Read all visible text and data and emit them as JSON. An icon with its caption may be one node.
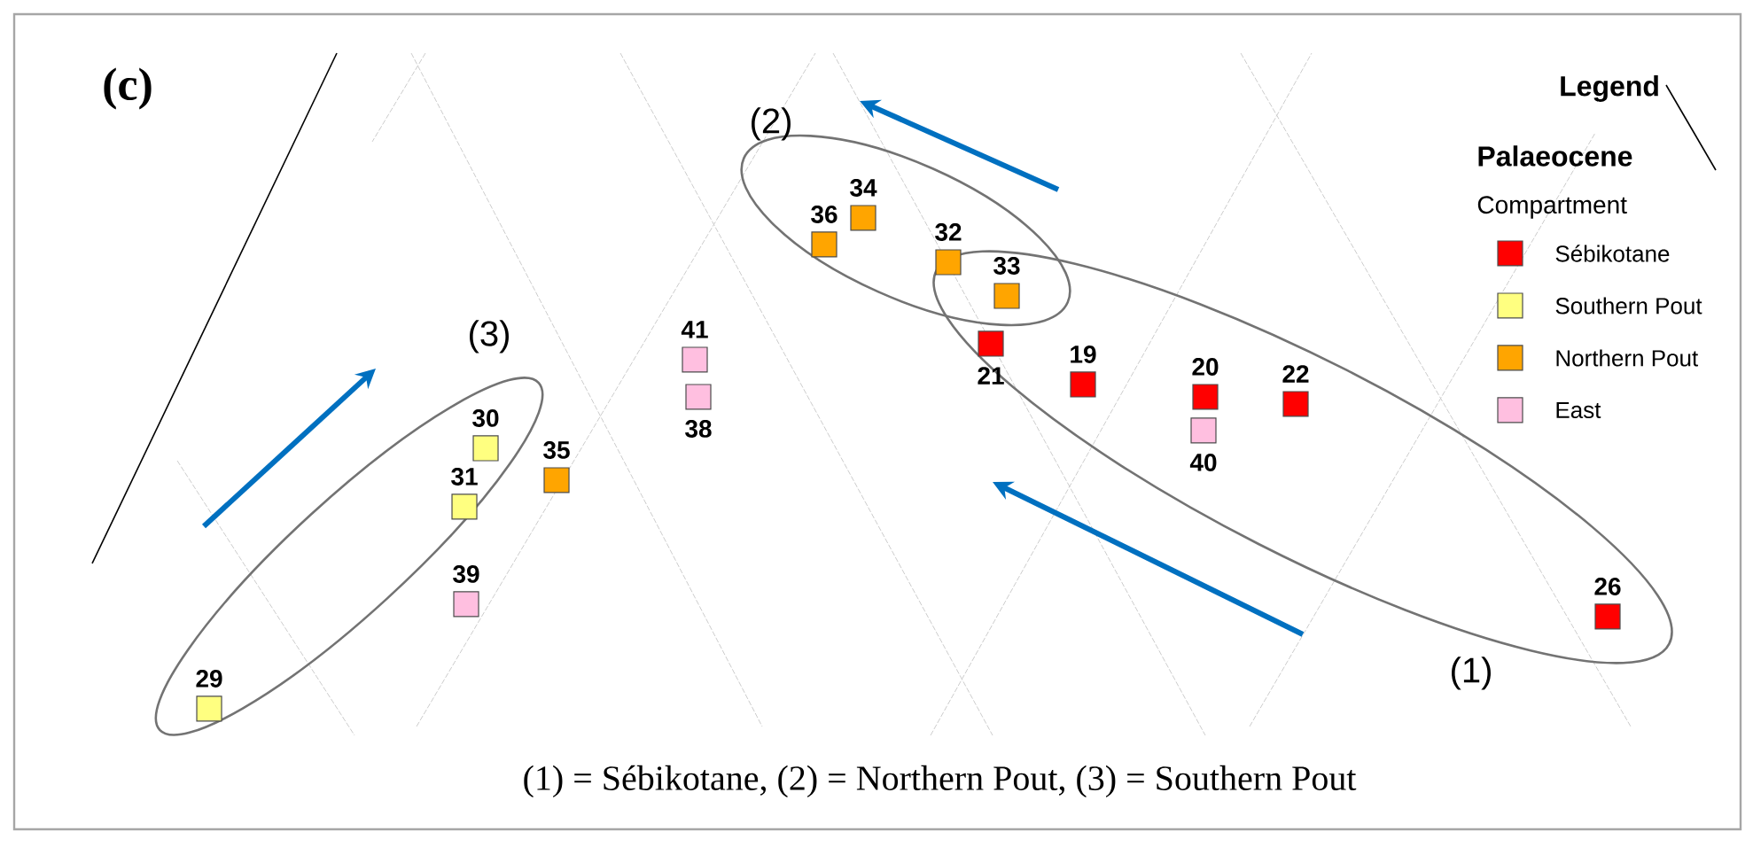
{
  "diagram": {
    "caption": "(1) = Sébikotane, (2) = Northern Pout, (3) = Southern Pout",
    "nodes": [
      {
        "text": [
          "(2)"
        ]
      },
      {
        "text": [
          "(3)"
        ]
      },
      {
        "text": [
          "(1)"
        ]
      }
    ],
    "labels": [
      "(c)",
      "Legend",
      "34",
      "36",
      "32",
      "33",
      "Palaeocene",
      "Compartment",
      "21",
      "41",
      "19",
      "20",
      "22",
      "38",
      "40",
      "30",
      "35",
      "31",
      "39",
      "26",
      "29"
    ],
    "legend": [
      {
        "text": "Sébikotane",
        "color": "#ff0000"
      },
      {
        "text": "Southern Pout",
        "color": "#ffff80"
      },
      {
        "text": "Northern Pout",
        "color": "#ffa500"
      },
      {
        "text": "East",
        "color": "#ffbfe0"
      }
    ]
  }
}
